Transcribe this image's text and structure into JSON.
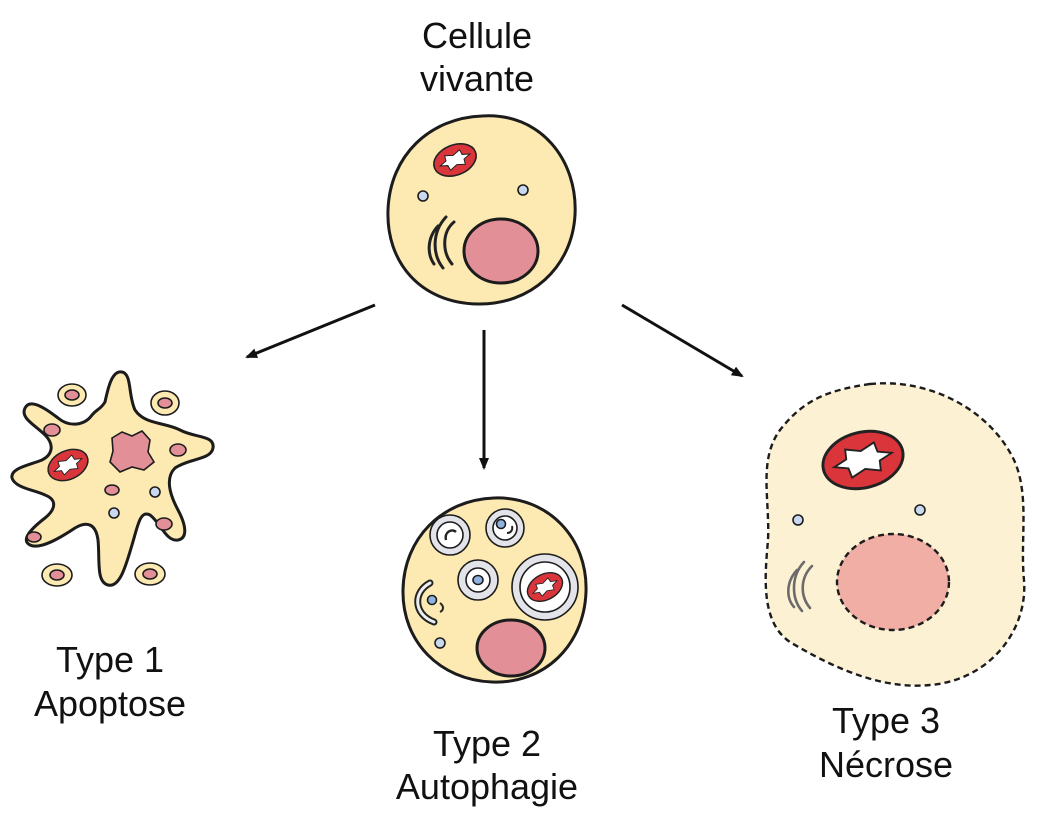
{
  "diagram": {
    "top": {
      "line1": "Cellule",
      "line2": "vivante"
    },
    "types": [
      {
        "line1": "Type 1",
        "line2": "Apoptose"
      },
      {
        "line1": "Type 2",
        "line2": "Autophagie"
      },
      {
        "line1": "Type 3",
        "line2": "Nécrose"
      }
    ]
  },
  "colors": {
    "cytoplasm": "#fdeab2",
    "cytoplasm_necrosis": "#fdf1d4",
    "nucleus": "#e38f98",
    "nucleus_necrosis": "#f0aea5",
    "mitochondrion": "#d9353b",
    "vesicle": "#c9d8ee",
    "autophagosome": "#e3e4ea"
  }
}
